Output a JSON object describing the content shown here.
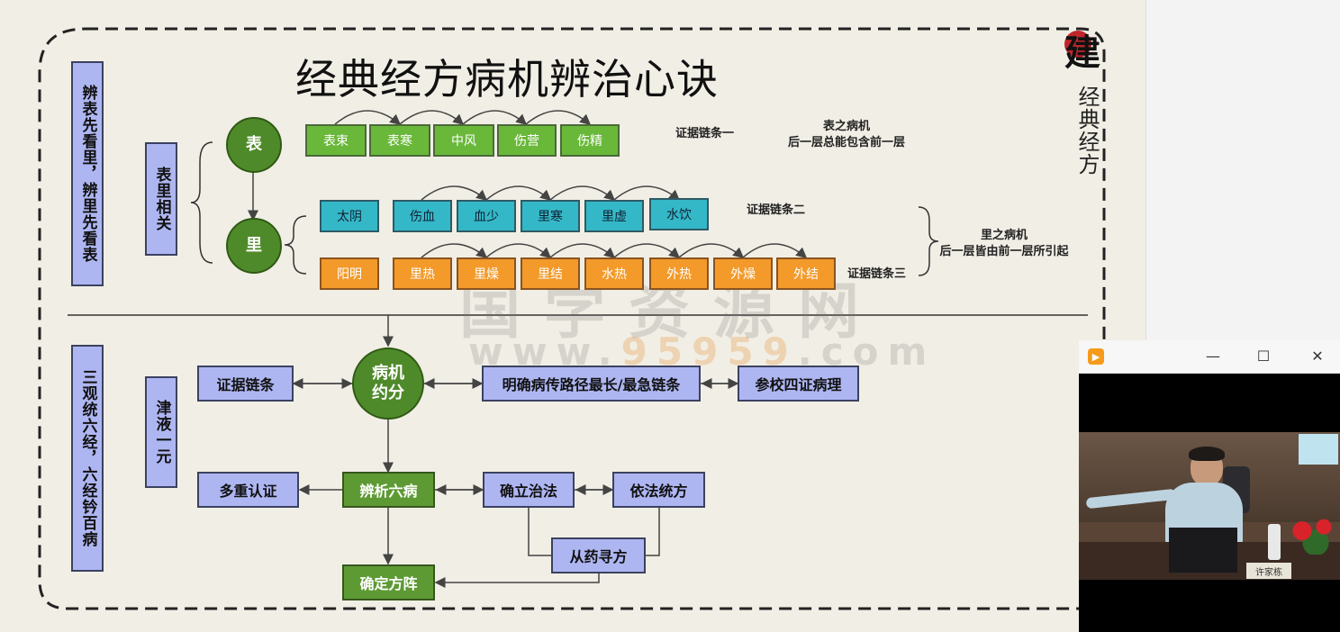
{
  "title": "经典经方病机辨治心诀",
  "brand": {
    "seal_char": "建",
    "vertical": "经典经方"
  },
  "watermark": {
    "text": "国学资源网",
    "url_prefix": "www.",
    "url_number": "95959",
    "url_suffix": ".com"
  },
  "side_labels": {
    "top": "辨表先看里，辨里先看表",
    "bottom": "三观统六经，六经钤百病",
    "mid_top": "表里相关",
    "mid_bottom": "津液一元"
  },
  "circles": {
    "biao": "表",
    "li": "里",
    "center_line1": "病机",
    "center_line2": "约分"
  },
  "chain1": [
    "表束",
    "表寒",
    "中风",
    "伤营",
    "伤精"
  ],
  "chain2_start": "太阴",
  "chain2": [
    "伤血",
    "血少",
    "里寒",
    "里虚",
    "水饮"
  ],
  "chain3_start": "阳明",
  "chain3": [
    "里热",
    "里燥",
    "里结",
    "水热",
    "外热",
    "外燥",
    "外结"
  ],
  "notes": {
    "chain1": "证据链条一",
    "chain2": "证据链条二",
    "chain3": "证据链条三",
    "biao_title": "表之病机",
    "biao_desc": "后一层总能包含前一层",
    "li_title": "里之病机",
    "li_desc": "后一层皆由前一层所引起"
  },
  "flow": {
    "evidence": "证据链条",
    "path": "明确病传路径最长/最急链条",
    "reference": "参校四证病理",
    "multi": "多重认证",
    "analyze": "辨析六病",
    "treat": "确立治法",
    "formula": "依法统方",
    "herb": "从药寻方",
    "final": "确定方阵"
  },
  "video": {
    "nameplate": "许家栋"
  },
  "colors": {
    "green": "#6ab83a",
    "teal": "#34b8c8",
    "orange": "#f39a2a",
    "lavender": "#aeb6f2",
    "dark_green": "#4f8a2a"
  }
}
